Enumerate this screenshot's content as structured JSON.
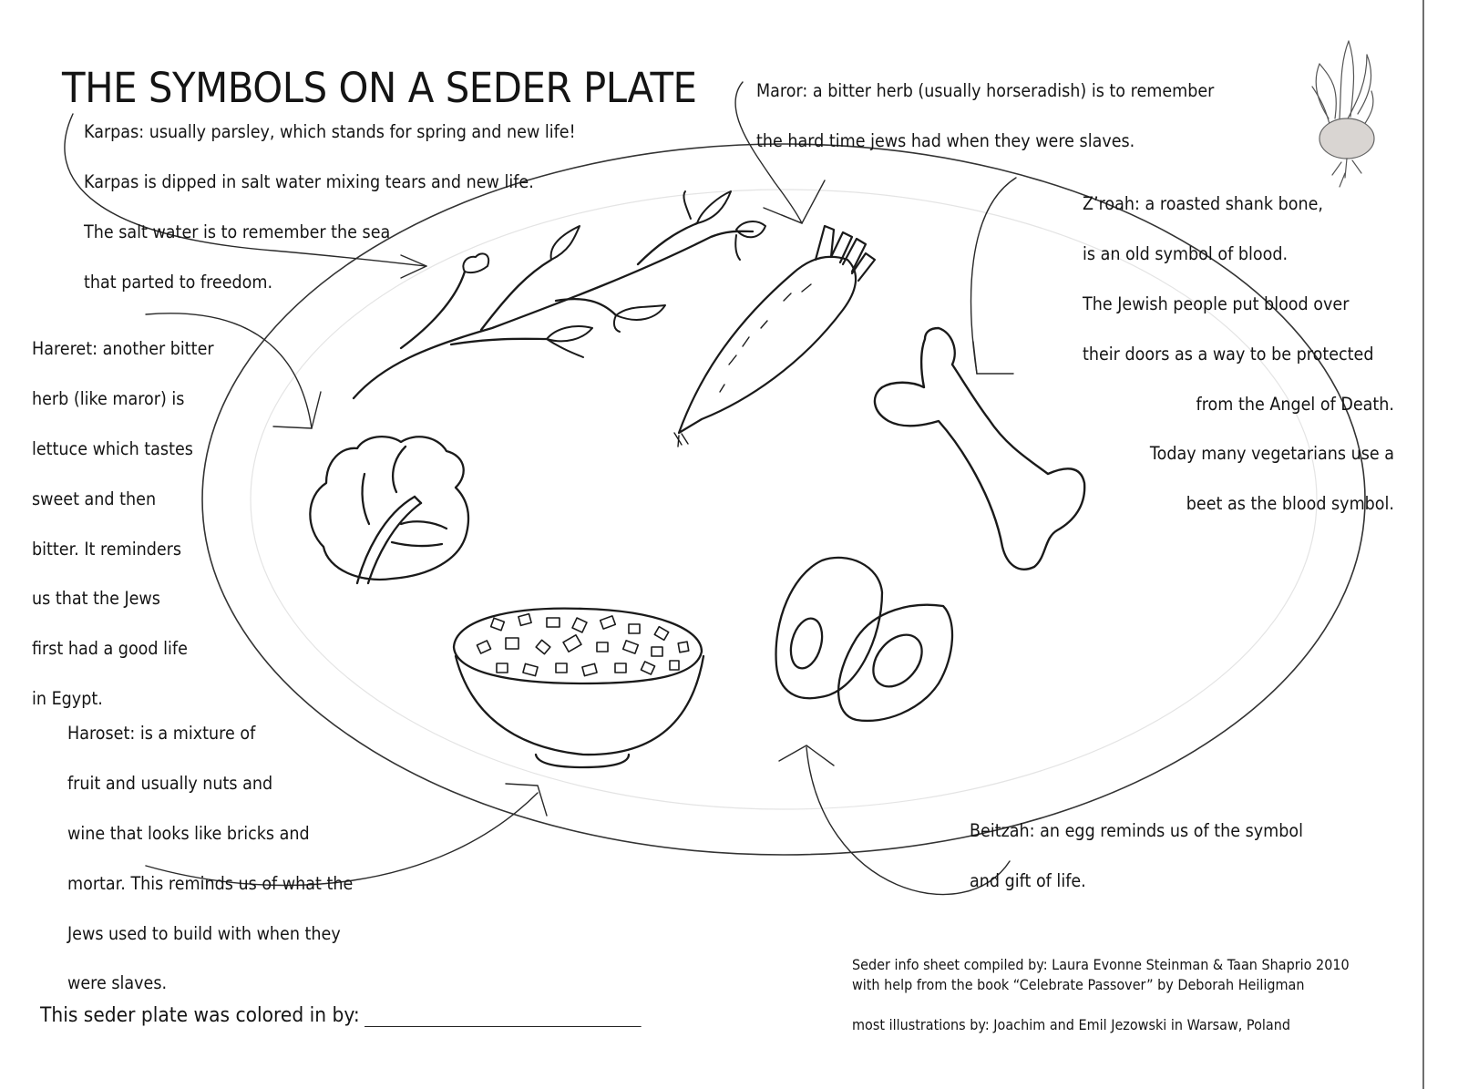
{
  "title": "THE SYMBOLS ON A SEDER PLATE",
  "captions": {
    "karpas": [
      "Karpas: usually parsley, which stands for spring and new life!",
      "Karpas is dipped in salt water mixing tears and new life.",
      "The salt water is to remember the sea",
      "that parted to freedom."
    ],
    "maror": [
      "Maror: a bitter herb (usually horseradish) is to remember",
      "the hard time jews had when they were slaves."
    ],
    "zroah": [
      "Z’roah: a roasted shank bone,",
      "is an old symbol of blood.",
      "The Jewish people put blood over",
      "their doors as a way to be protected",
      "from the Angel of Death.",
      "Today many  vegetarians use a",
      "beet as the blood symbol."
    ],
    "hareret": [
      "Hareret: another bitter",
      "herb (like maror) is",
      "lettuce which tastes",
      "sweet and then",
      "bitter. It reminders",
      "us that the Jews",
      "first had a good life",
      "in Egypt."
    ],
    "haroset": [
      "Haroset: is a mixture of",
      "fruit and usually nuts and",
      "wine that looks like bricks and",
      "mortar. This reminds us of what the",
      "Jews used to build with when they",
      "were slaves."
    ],
    "beitzah": [
      "Beitzah: an egg reminds us of the symbol",
      "and gift of life."
    ]
  },
  "credits": {
    "compiled": "Seder info sheet compiled by: Laura Evonne Steinman & Taan Shaprio 2010",
    "help": "with help from the book “Celebrate Passover” by Deborah Heiligman",
    "illustrations": "most illustrations by: Joachim and Emil Jezowski in Warsaw, Poland"
  },
  "colored_by": {
    "label": "This seder plate was colored in by:",
    "value": ""
  },
  "illustrations": [
    "parsley-icon",
    "horseradish-icon",
    "beet-icon",
    "shank-bone-icon",
    "lettuce-icon",
    "haroset-bowl-icon",
    "egg-icon"
  ],
  "colors": {
    "ink": "#141414",
    "paper": "#ffffff",
    "border": "#6f6f6f"
  }
}
